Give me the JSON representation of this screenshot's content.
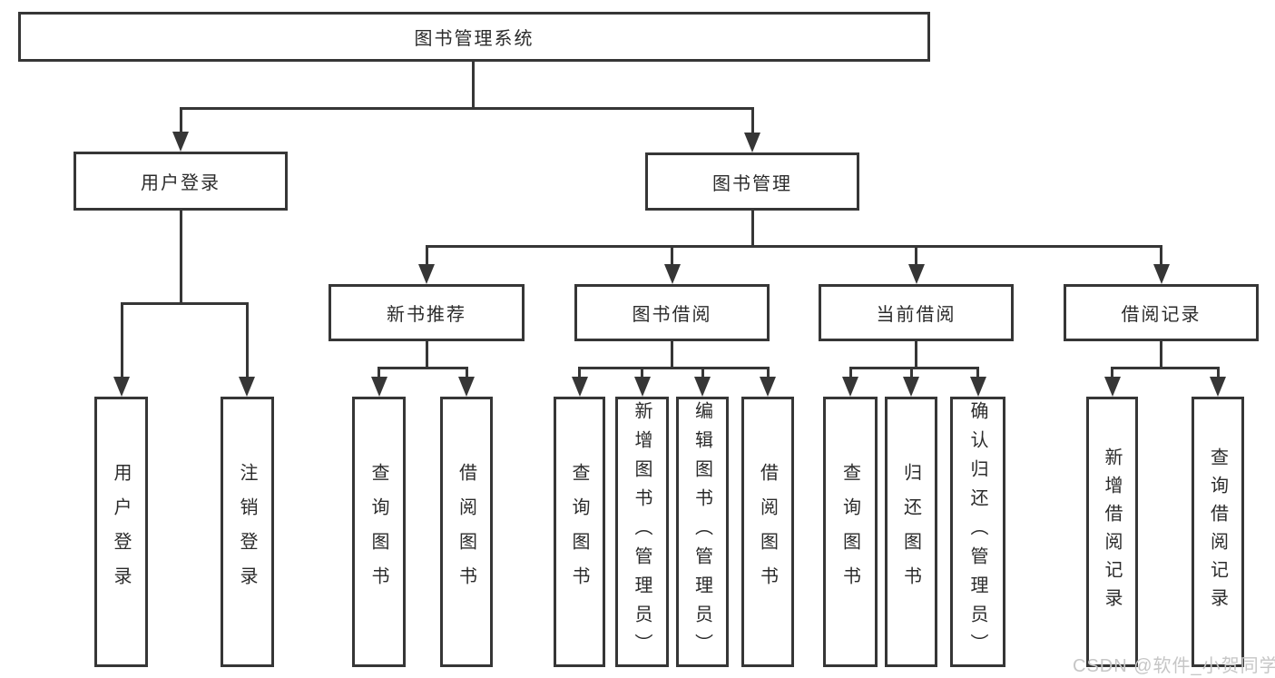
{
  "diagram": {
    "title": "图书管理系统",
    "watermark": "CSDN @软件_小贺同学",
    "colors": {
      "line": "#363636",
      "text": "#2b2b2b",
      "box_background": "#ffffff",
      "watermark": "#c6c6c6",
      "background": "#ffffff"
    },
    "nodes": {
      "root": {
        "label": "图书管理系统"
      },
      "user_login": {
        "label": "用户登录"
      },
      "book_mgmt": {
        "label": "图书管理"
      },
      "new_book_rec": {
        "label": "新书推荐"
      },
      "book_borrow": {
        "label": "图书借阅"
      },
      "current_borrow": {
        "label": "当前借阅"
      },
      "borrow_records": {
        "label": "借阅记录"
      },
      "leaf_user_login": {
        "label": "用户登录"
      },
      "leaf_logout": {
        "label": "注销登录"
      },
      "leaf_query_book_1": {
        "label": "查询图书"
      },
      "leaf_borrow_book_1": {
        "label": "借阅图书"
      },
      "leaf_query_book_2": {
        "label": "查询图书"
      },
      "leaf_add_book": {
        "label": "新增图书（管理员）"
      },
      "leaf_edit_book": {
        "label": "编辑图书（管理员）"
      },
      "leaf_borrow_book_2": {
        "label": "借阅图书"
      },
      "leaf_query_book_3": {
        "label": "查询图书"
      },
      "leaf_return_book": {
        "label": "归还图书"
      },
      "leaf_confirm_return": {
        "label": "确认归还（管理员）"
      },
      "leaf_add_record": {
        "label": "新增借阅记录"
      },
      "leaf_query_record": {
        "label": "查询借阅记录"
      }
    },
    "structure": [
      {
        "parent": "图书管理系统",
        "children": [
          "用户登录",
          "图书管理"
        ]
      },
      {
        "parent": "用户登录",
        "children": [
          "用户登录",
          "注销登录"
        ]
      },
      {
        "parent": "图书管理",
        "children": [
          "新书推荐",
          "图书借阅",
          "当前借阅",
          "借阅记录"
        ]
      },
      {
        "parent": "新书推荐",
        "children": [
          "查询图书",
          "借阅图书"
        ]
      },
      {
        "parent": "图书借阅",
        "children": [
          "查询图书",
          "新增图书（管理员）",
          "编辑图书（管理员）",
          "借阅图书"
        ]
      },
      {
        "parent": "当前借阅",
        "children": [
          "查询图书",
          "归还图书",
          "确认归还（管理员）"
        ]
      },
      {
        "parent": "借阅记录",
        "children": [
          "新增借阅记录",
          "查询借阅记录"
        ]
      }
    ]
  }
}
